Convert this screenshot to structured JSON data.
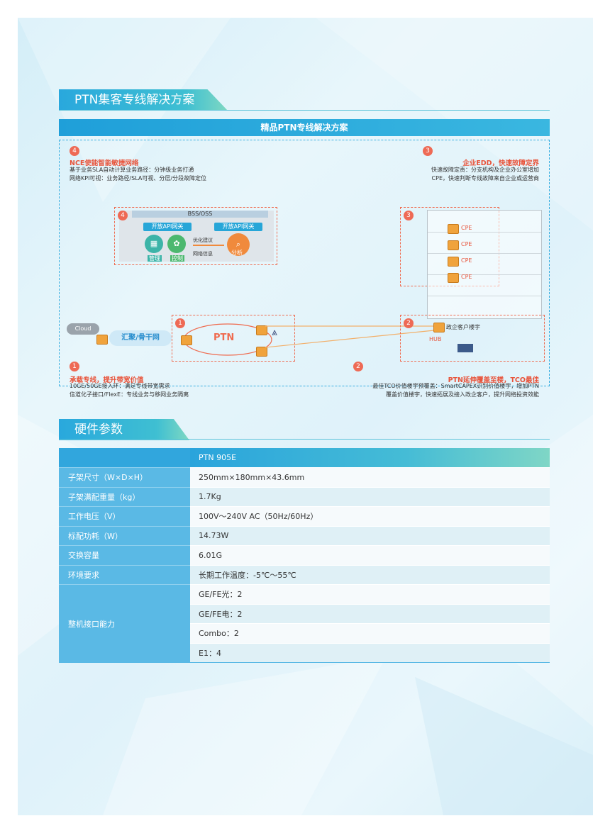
{
  "section1": {
    "title": "PTN集客专线解决方案"
  },
  "banner": "精品PTN专线解决方案",
  "diagram": {
    "block4": {
      "num": "4",
      "title": "NCE使能智能敏捷网络",
      "lines": [
        "基于业务SLA自动计算业务路径：分钟级业务打通",
        "网络KPI可视：业务路径/SLA可视、分层/分段故障定位"
      ]
    },
    "block3": {
      "num": "3",
      "title": "企业EDD，快速故障定界",
      "lines": [
        "快速故障定责：分支机构及企业办公室增加",
        "CPE，快速判断专线故障来自企业或运营商"
      ]
    },
    "block1": {
      "num": "1",
      "title": "承载专线，提升带宽价值",
      "lines": [
        "10GE/50GE接入环：满足专线带宽需求",
        "信道化子接口/FlexE：专线业务与移网业务隔离"
      ]
    },
    "block2": {
      "num": "2",
      "title": "PTN延伸覆盖至楼，TCO最佳",
      "lines": [
        "最佳TCO价值楼宇预覆盖：SmartCAPEX识别价值楼宇，增加PTN",
        "覆盖价值楼宇，快速拓展及接入政企客户，提升网络投资效能"
      ]
    },
    "nce": {
      "num": "4",
      "bss": "BSS/OSS",
      "api1": "开放API网关",
      "api2": "开放API网关",
      "mgmt": "管理",
      "ctrl": "控制",
      "analyze": "分析",
      "suggest": "优化建议",
      "netinfo": "网络信息"
    },
    "net": {
      "box1_num": "1",
      "box2_num": "2",
      "box3_num": "3",
      "cloud": "Cloud",
      "agg": "汇聚/骨干网",
      "ptn": "PTN",
      "hub": "HUB",
      "building": "政企客户楼宇",
      "cpe": [
        "CPE",
        "CPE",
        "CPE",
        "CPE"
      ],
      "mark2": "2"
    }
  },
  "section2": {
    "title": "硬件参数"
  },
  "spec": {
    "header": "PTN 905E",
    "rows": [
      {
        "k": "子架尺寸（W×D×H）",
        "v": "250mm×180mm×43.6mm"
      },
      {
        "k": "子架满配重量（kg）",
        "v": "1.7Kg"
      },
      {
        "k": "工作电压（V）",
        "v": "100V～240V AC（50Hz/60Hz）"
      },
      {
        "k": "标配功耗（W）",
        "v": "14.73W"
      },
      {
        "k": "交换容量",
        "v": "6.01G"
      },
      {
        "k": "环境要求",
        "v": "长期工作温度：-5℃～55℃"
      }
    ],
    "iface_label": "整机接口能力",
    "iface": [
      "GE/FE光：2",
      "GE/FE电：2",
      "Combo：2",
      "E1：4"
    ]
  },
  "colors": {
    "accent": "#29a8dd",
    "orange": "#ee6a55",
    "table_key": "#5ab9e5"
  }
}
